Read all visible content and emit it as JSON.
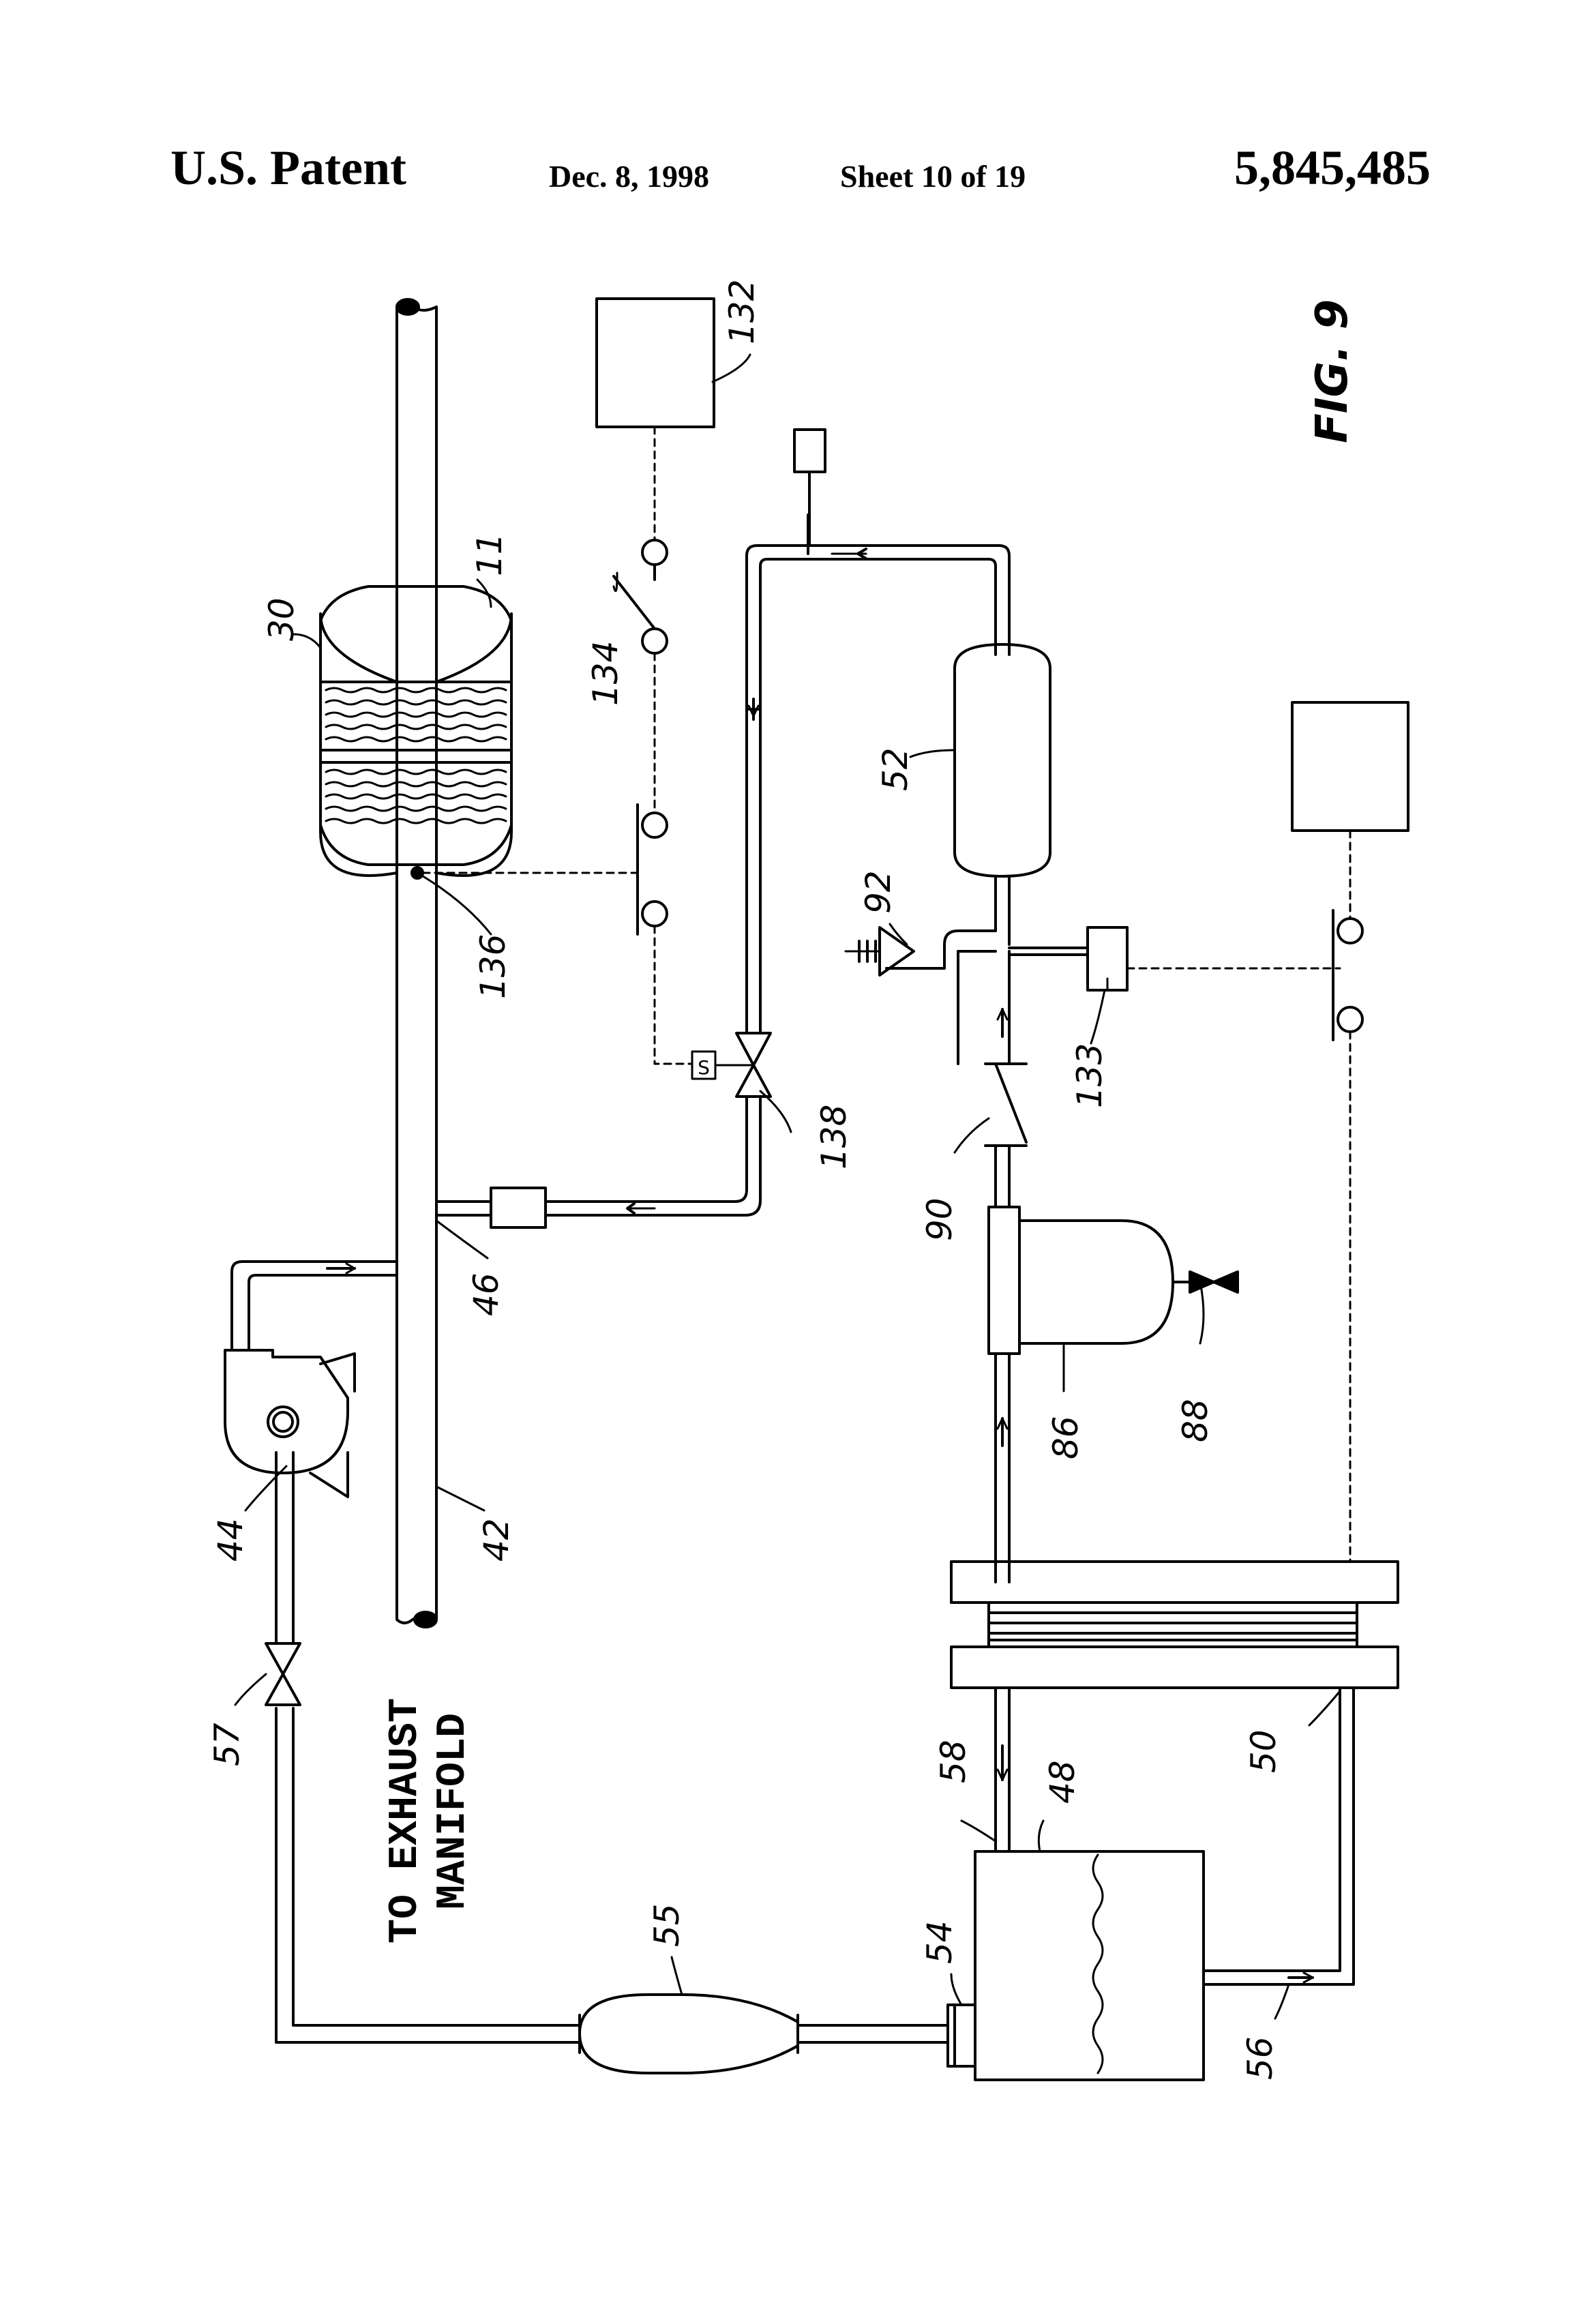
{
  "header": {
    "left": "U.S. Patent",
    "date": "Dec. 8, 1998",
    "sheet": "Sheet 10 of 19",
    "patent_number": "5,845,485"
  },
  "figure": {
    "caption": "FIG. 9",
    "manifold_label_line1": "TO EXHAUST",
    "manifold_label_line2": "MANIFOLD",
    "solenoid_letter": "S",
    "refs": {
      "r11": "11",
      "r30": "30",
      "r42": "42",
      "r44": "44",
      "r46": "46",
      "r48": "48",
      "r50": "50",
      "r52": "52",
      "r54": "54",
      "r55": "55",
      "r56": "56",
      "r57": "57",
      "r58": "58",
      "r86": "86",
      "r88": "88",
      "r90": "90",
      "r92": "92",
      "r132": "132",
      "r133": "133",
      "r134": "134",
      "r136": "136",
      "r138": "138"
    }
  }
}
